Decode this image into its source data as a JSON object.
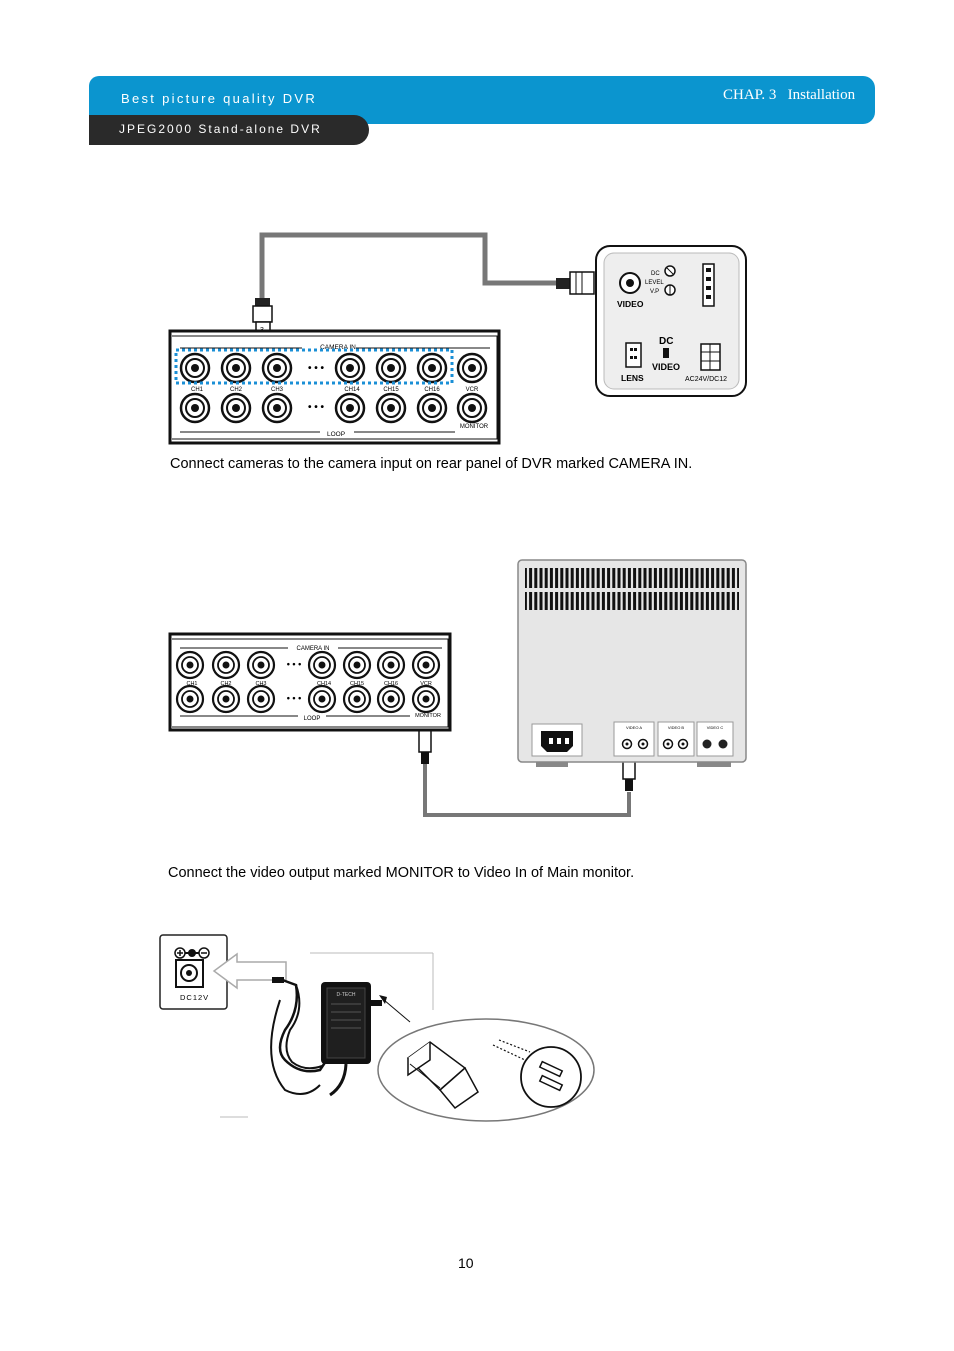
{
  "header": {
    "title": "Best picture quality DVR",
    "subtitle": "JPEG2000 Stand-alone DVR",
    "chapter": "CHAP. 3",
    "section": "Installation"
  },
  "figure1": {
    "dvr_top_label": "CAMERA IN",
    "dvr_bottom_label": "LOOP",
    "channels": [
      "CH1",
      "CH2",
      "CH3",
      "CH14",
      "CH15",
      "CH16"
    ],
    "vcr_label": "VCR",
    "monitor_label": "MONITOR",
    "ellipsis": "• • •",
    "connector_number": "3",
    "camera": {
      "dc_small": "DC",
      "level": "LEVEL",
      "vp": "V.P",
      "video": "VIDEO",
      "dc": "DC",
      "video2": "VIDEO",
      "lens": "LENS",
      "power": "AC24V/DC12"
    },
    "caption": "Connect cameras to the camera input on rear panel of DVR marked CAMERA IN."
  },
  "figure2": {
    "dvr_top_label": "CAMERA IN",
    "dvr_bottom_label": "LOOP",
    "channels": [
      "CH1",
      "CH2",
      "CH3",
      "CH14",
      "CH15",
      "CH16"
    ],
    "vcr_label": "VCR",
    "monitor_label": "MONITOR",
    "ellipsis": "• • •",
    "monitor_panel_labels": [
      "VIDEO A",
      "VIDEO B",
      "VIDEO C"
    ],
    "caption": "Connect the video output marked MONITOR to Video In of Main monitor."
  },
  "figure3": {
    "dc_label": "DC12V",
    "adapter_brand": "D-TECH"
  },
  "page_number": "10"
}
